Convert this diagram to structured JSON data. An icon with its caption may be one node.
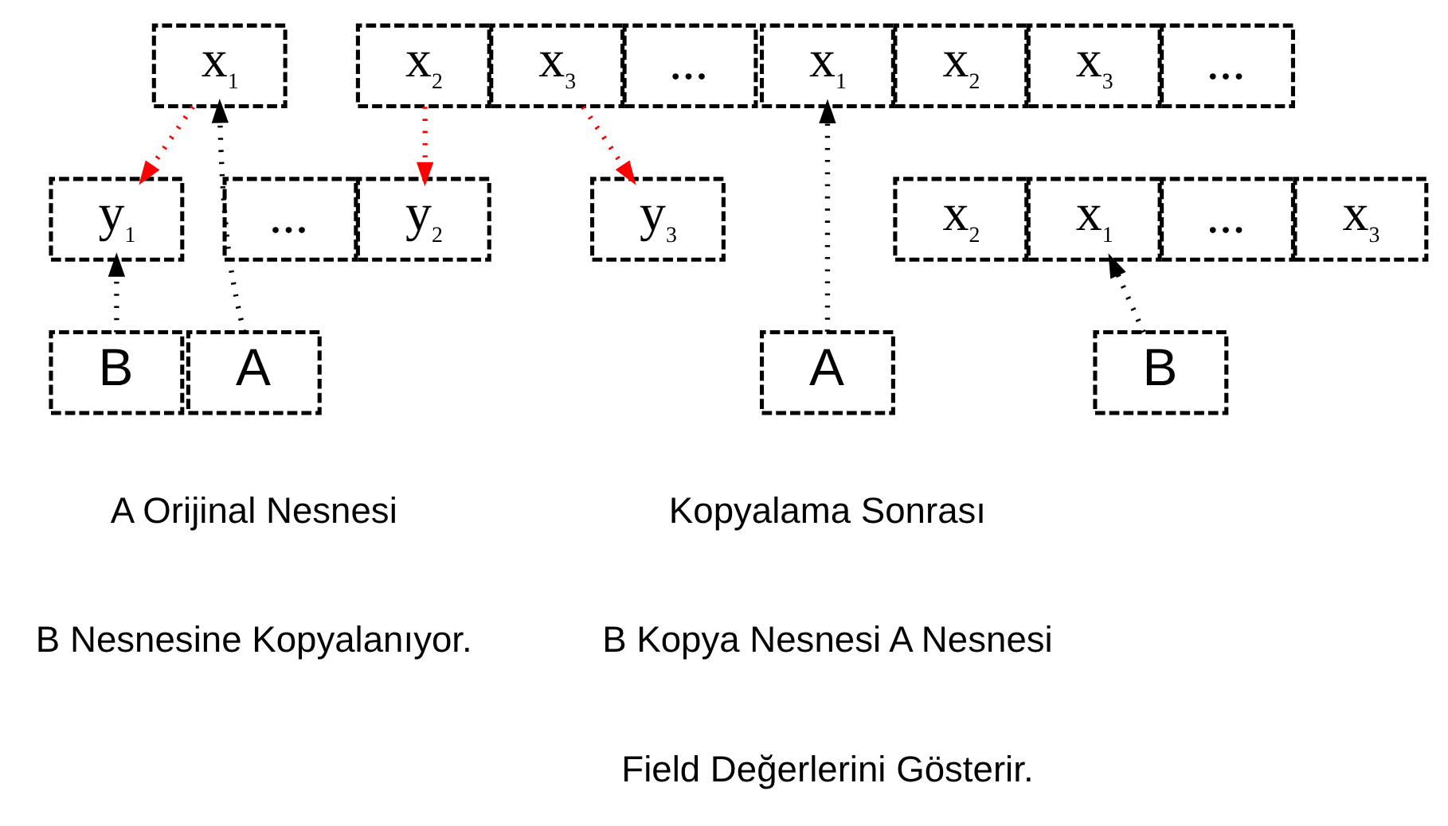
{
  "diagram": {
    "nodes": [
      {
        "text": [
          "x$_{1}$"
        ]
      },
      {
        "text": [
          "x$_{2}$"
        ]
      },
      {
        "text": [
          "x$_{3}$"
        ]
      },
      {
        "text": [
          "..."
        ]
      },
      {
        "text": [
          "y$_{1}$"
        ]
      },
      {
        "text": [
          "y$_{2}$"
        ]
      },
      {
        "text": [
          "y$_{3}$"
        ]
      },
      {
        "text": [
          "..."
        ]
      },
      {
        "text": [
          "A"
        ]
      },
      {
        "text": [
          "B"
        ]
      },
      {
        "text": [
          "x$_{1}$"
        ]
      },
      {
        "text": [
          "x$_{2}$"
        ]
      },
      {
        "text": [
          "x$_{3}$"
        ]
      },
      {
        "text": [
          "..."
        ]
      },
      {
        "text": [
          "x$_{1}$"
        ]
      },
      {
        "text": [
          "x$_{2}$"
        ]
      },
      {
        "text": [
          "x$_{3}$"
        ]
      },
      {
        "text": [
          "..."
        ]
      },
      {
        "text": [
          "A"
        ]
      },
      {
        "text": [
          "B"
        ]
      }
    ],
    "edges": [
      {
        "from": 8,
        "to": 0,
        "arrow": "to"
      },
      {
        "from": 0,
        "to": 4,
        "arrow": "to",
        "color": "#ff0000"
      },
      {
        "from": 1,
        "to": 5,
        "arrow": "to",
        "color": "#ff0000"
      },
      {
        "from": 2,
        "to": 6,
        "arrow": "to",
        "color": "#ff0000"
      },
      {
        "from": 9,
        "to": 4,
        "arrow": "to"
      },
      {
        "from": 18,
        "to": 10,
        "arrow": "to"
      },
      {
        "from": 19,
        "to": 14,
        "arrow": "to"
      }
    ],
    "labels": [
      "A Orijinal Nesnesi",
      "B Nesnesine Kopyalanıyor.",
      "Kopyalama Sonrası",
      "B Kopya Nesnesi A Nesnesi",
      "Field Değerlerini Gösterir."
    ]
  }
}
